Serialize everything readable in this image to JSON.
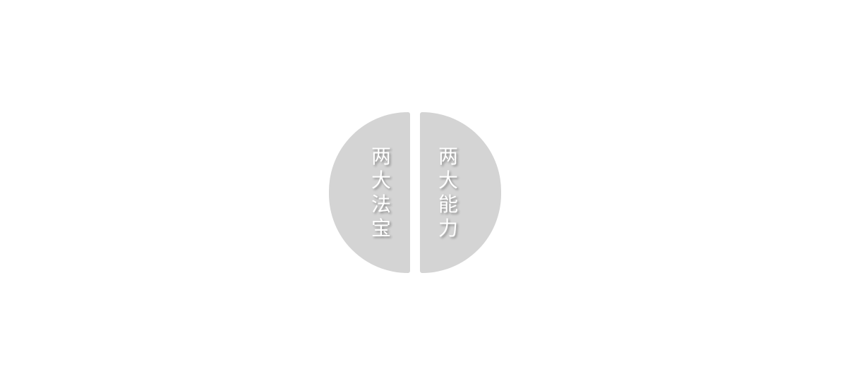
{
  "left_half": {
    "chars": [
      "两",
      "大",
      "法",
      "宝"
    ]
  },
  "right_half": {
    "chars": [
      "两",
      "大",
      "能",
      "力"
    ]
  },
  "colors": {
    "background": "#ffffff",
    "shape_fill": "#d4d4d4",
    "text": "#ffffff"
  }
}
